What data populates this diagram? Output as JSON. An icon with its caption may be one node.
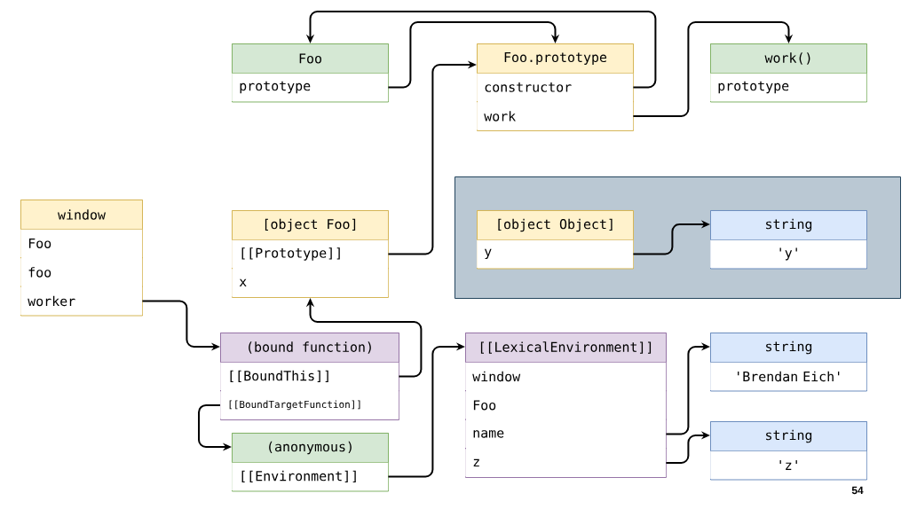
{
  "diagram": {
    "nodes": [
      {
        "text": [
          "Foo"
        ]
      },
      {
        "text": [
          "prototype"
        ],
        "in": 0
      },
      {
        "text": [
          "Foo.prototype"
        ]
      },
      {
        "text": [
          "constructor"
        ],
        "in": 2
      },
      {
        "text": [
          "work"
        ],
        "in": 2
      },
      {
        "text": [
          "work()"
        ]
      },
      {
        "text": [
          "prototype"
        ],
        "in": 5
      },
      {
        "text": [
          "window"
        ]
      },
      {
        "text": [
          "Foo"
        ],
        "in": 7
      },
      {
        "text": [
          "foo"
        ],
        "in": 7
      },
      {
        "text": [
          "worker"
        ],
        "in": 7
      },
      {
        "text": [
          "[object Foo]"
        ]
      },
      {
        "text": [
          "[[Prototype]]"
        ],
        "in": 11
      },
      {
        "text": [
          "x"
        ],
        "in": 11
      },
      {
        "text": [],
        "shape": "box"
      },
      {
        "text": [
          "[object Object]"
        ],
        "in": 14
      },
      {
        "text": [
          "y"
        ],
        "in": 15
      },
      {
        "text": [
          "string"
        ],
        "in": 14
      },
      {
        "text": [
          "'y'"
        ],
        "in": 17
      },
      {
        "text": [
          "(bound function)"
        ]
      },
      {
        "text": [
          "[[BoundThis]]"
        ],
        "in": 19
      },
      {
        "text": [
          "[[BoundTargetFunction]]"
        ],
        "in": 19
      },
      {
        "text": [
          "(anonymous)"
        ]
      },
      {
        "text": [
          "[[Environment]]"
        ],
        "in": 22
      },
      {
        "text": [
          "[[LexicalEnvironment]]"
        ]
      },
      {
        "text": [
          "window"
        ],
        "in": 24
      },
      {
        "text": [
          "Foo"
        ],
        "in": 24
      },
      {
        "text": [
          "name"
        ],
        "in": 24
      },
      {
        "text": [
          "z"
        ],
        "in": 24
      },
      {
        "text": [
          "string"
        ]
      },
      {
        "text": [
          "'Brendan Eich'"
        ],
        "in": 29
      },
      {
        "text": [
          "string"
        ]
      },
      {
        "text": [
          "'z'"
        ],
        "in": 31
      }
    ],
    "edges": [
      {
        "from": 1,
        "to": 2,
        "arrow": "to"
      },
      {
        "from": 3,
        "to": 0,
        "arrow": "to"
      },
      {
        "from": 4,
        "to": 5,
        "arrow": "to"
      },
      {
        "from": 12,
        "to": 2,
        "arrow": "to"
      },
      {
        "from": 16,
        "to": 17,
        "arrow": "to"
      },
      {
        "from": 10,
        "to": 19,
        "arrow": "to"
      },
      {
        "from": 20,
        "to": 11,
        "arrow": "to"
      },
      {
        "from": 21,
        "to": 22,
        "arrow": "to"
      },
      {
        "from": 23,
        "to": 24,
        "arrow": "to"
      },
      {
        "from": 27,
        "to": 29,
        "arrow": "to"
      },
      {
        "from": 28,
        "to": 31,
        "arrow": "to"
      }
    ],
    "labels": [
      "54"
    ]
  }
}
